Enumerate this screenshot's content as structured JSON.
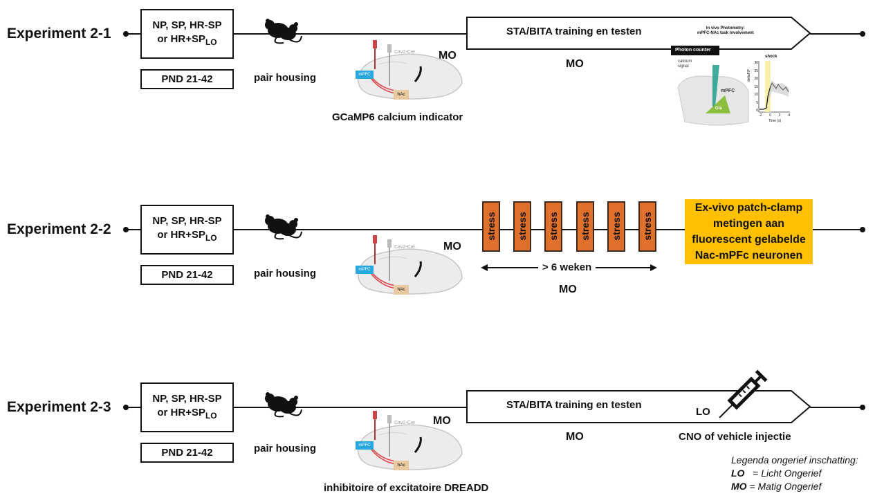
{
  "experiments": [
    {
      "label": "Experiment 2-1",
      "box_line1": "NP, SP, HR-SP",
      "box_line2": "or HR+SP",
      "box_sub": "LO",
      "pnd": "PND 21-42",
      "housing": "pair housing",
      "mo_near_brain": "MO",
      "arrow_text": "STA/BITA training en testen",
      "mo_under_arrow": "MO",
      "brain_caption": "GCaMP6 calcium indicator",
      "photometry": {
        "title1": "In vivo Photometry:",
        "title2": "mPFC-NAc task involvement",
        "counter": "Photon counter",
        "signal1": "calcium",
        "signal2": "signal",
        "region": "mPFC",
        "cell": "Glu",
        "shock": "shock",
        "ylabel": "deltaF/F",
        "xlabel": "Time (s)",
        "yticks": [
          "30",
          "25",
          "20",
          "15",
          "10",
          "5",
          "0"
        ],
        "xticks": [
          "-2",
          "0",
          "2",
          "4"
        ]
      }
    },
    {
      "label": "Experiment 2-2",
      "box_line1": "NP, SP, HR-SP",
      "box_line2": "or HR+SP",
      "box_sub": "LO",
      "pnd": "PND 21-42",
      "housing": "pair housing",
      "mo_near_brain": "MO",
      "stress_labels": [
        "stress",
        "stress",
        "stress",
        "stress",
        "stress",
        "stress"
      ],
      "duration": "> 6 weken",
      "mo_under_duration": "MO",
      "orange_lines": [
        "Ex-vivo patch-clamp",
        "metingen aan",
        "fluorescent gelabelde",
        "Nac-mPFc neuronen"
      ]
    },
    {
      "label": "Experiment 2-3",
      "box_line1": "NP, SP, HR-SP",
      "box_line2": "or HR+SP",
      "box_sub": "LO",
      "pnd": "PND 21-42",
      "housing": "pair housing",
      "mo_near_brain": "MO",
      "arrow_text": "STA/BITA training en testen",
      "mo_under_arrow": "MO",
      "lo_near_syringe": "LO",
      "syringe_caption": "CNO of vehicle injectie",
      "brain_caption": "inhibitoire of excitatoire DREADD"
    }
  ],
  "brain_labels": {
    "virus": "Cav2-Cre",
    "mpfc": "mPFC",
    "nac": "NAc"
  },
  "legend": {
    "title": "Legenda ongerief inschatting:",
    "lo_key": "LO",
    "lo_text": "= Licht Ongerief",
    "mo_key": "MO",
    "mo_text": "= Matig Ongerief"
  },
  "colors": {
    "stress": "#e0712c",
    "highlight": "#ffc000",
    "mpfc_box": "#29a8e0",
    "nac_box": "#e8c9a0",
    "projection": "#d9434b"
  },
  "icons": [
    "rat-icon",
    "brain-diagram",
    "syringe-icon"
  ]
}
